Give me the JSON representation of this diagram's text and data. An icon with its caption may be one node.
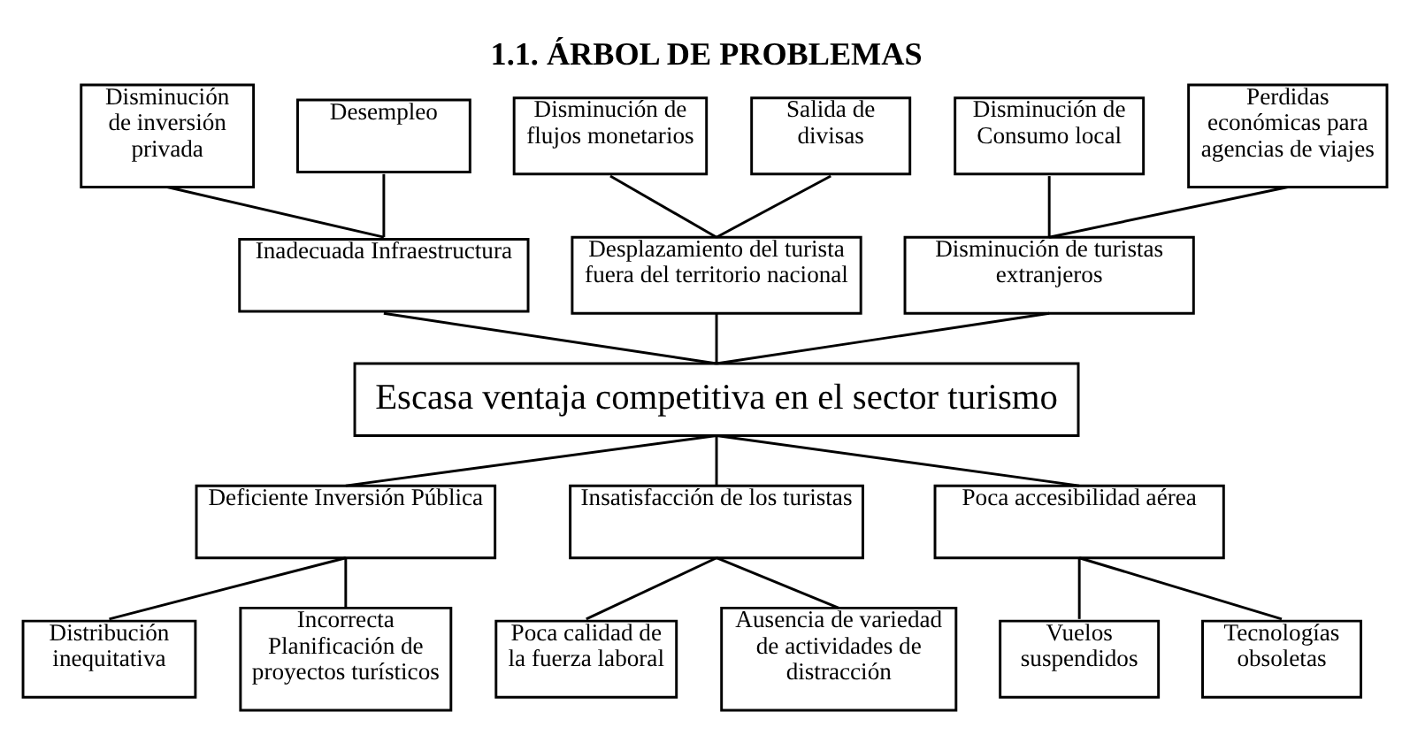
{
  "diagram": {
    "title": "1.1. ÁRBOL DE PROBLEMAS",
    "nodes": [
      {
        "text": [
          "Disminución de inversión privada"
        ]
      },
      {
        "text": [
          "Desempleo"
        ]
      },
      {
        "text": [
          "Disminución de flujos monetarios"
        ]
      },
      {
        "text": [
          "Salida de divisas"
        ]
      },
      {
        "text": [
          "Disminución de Consumo local"
        ]
      },
      {
        "text": [
          "Perdidas económicas para agencias de viajes"
        ]
      },
      {
        "text": [
          "Inadecuada Infraestructura"
        ]
      },
      {
        "text": [
          "Desplazamiento del turista fuera del territorio nacional"
        ]
      },
      {
        "text": [
          "Disminución de turistas extranjeros"
        ]
      },
      {
        "text": [
          "Escasa ventaja competitiva en el sector turismo"
        ]
      },
      {
        "text": [
          "Deficiente Inversión Pública"
        ]
      },
      {
        "text": [
          "Insatisfacción de los turistas"
        ]
      },
      {
        "text": [
          "Poca accesibilidad aérea"
        ]
      },
      {
        "text": [
          "Distribución inequitativa"
        ]
      },
      {
        "text": [
          "Incorrecta Planificación de proyectos turísticos"
        ]
      },
      {
        "text": [
          "Poca calidad de la fuerza laboral"
        ]
      },
      {
        "text": [
          "Ausencia de variedad de actividades de distracción"
        ]
      },
      {
        "text": [
          "Vuelos suspendidos"
        ]
      },
      {
        "text": [
          "Tecnologías obsoletas"
        ]
      }
    ],
    "edges": [
      {
        "from": 0,
        "to": 6,
        "arrow": "none"
      },
      {
        "from": 1,
        "to": 6,
        "arrow": "none"
      },
      {
        "from": 2,
        "to": 7,
        "arrow": "none"
      },
      {
        "from": 3,
        "to": 7,
        "arrow": "none"
      },
      {
        "from": 4,
        "to": 8,
        "arrow": "none"
      },
      {
        "from": 5,
        "to": 8,
        "arrow": "none"
      },
      {
        "from": 6,
        "to": 9,
        "arrow": "none"
      },
      {
        "from": 7,
        "to": 9,
        "arrow": "none"
      },
      {
        "from": 8,
        "to": 9,
        "arrow": "none"
      },
      {
        "from": 9,
        "to": 10,
        "arrow": "none"
      },
      {
        "from": 9,
        "to": 11,
        "arrow": "none"
      },
      {
        "from": 9,
        "to": 12,
        "arrow": "none"
      },
      {
        "from": 10,
        "to": 13,
        "arrow": "none"
      },
      {
        "from": 10,
        "to": 14,
        "arrow": "none"
      },
      {
        "from": 11,
        "to": 15,
        "arrow": "none"
      },
      {
        "from": 11,
        "to": 16,
        "arrow": "none"
      },
      {
        "from": 12,
        "to": 17,
        "arrow": "none"
      },
      {
        "from": 12,
        "to": 18,
        "arrow": "none"
      }
    ]
  }
}
